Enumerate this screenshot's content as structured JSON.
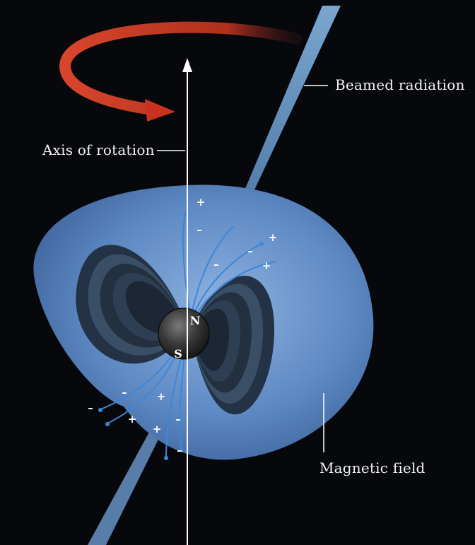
{
  "labels": {
    "beamed_radiation": "Beamed radiation",
    "axis_of_rotation": "Axis of rotation",
    "magnetic_field": "Magnetic field"
  },
  "poles": {
    "north": "N",
    "south": "S"
  },
  "charges": {
    "plus": "+",
    "minus": "–"
  },
  "colors": {
    "background": "#06080c",
    "field_lobe": "#5b87c4",
    "beam": "#7fb0e6",
    "rotation_arrow": "#c8321f",
    "axis_line": "#ffffff",
    "field_lines": "#3f86d8"
  }
}
